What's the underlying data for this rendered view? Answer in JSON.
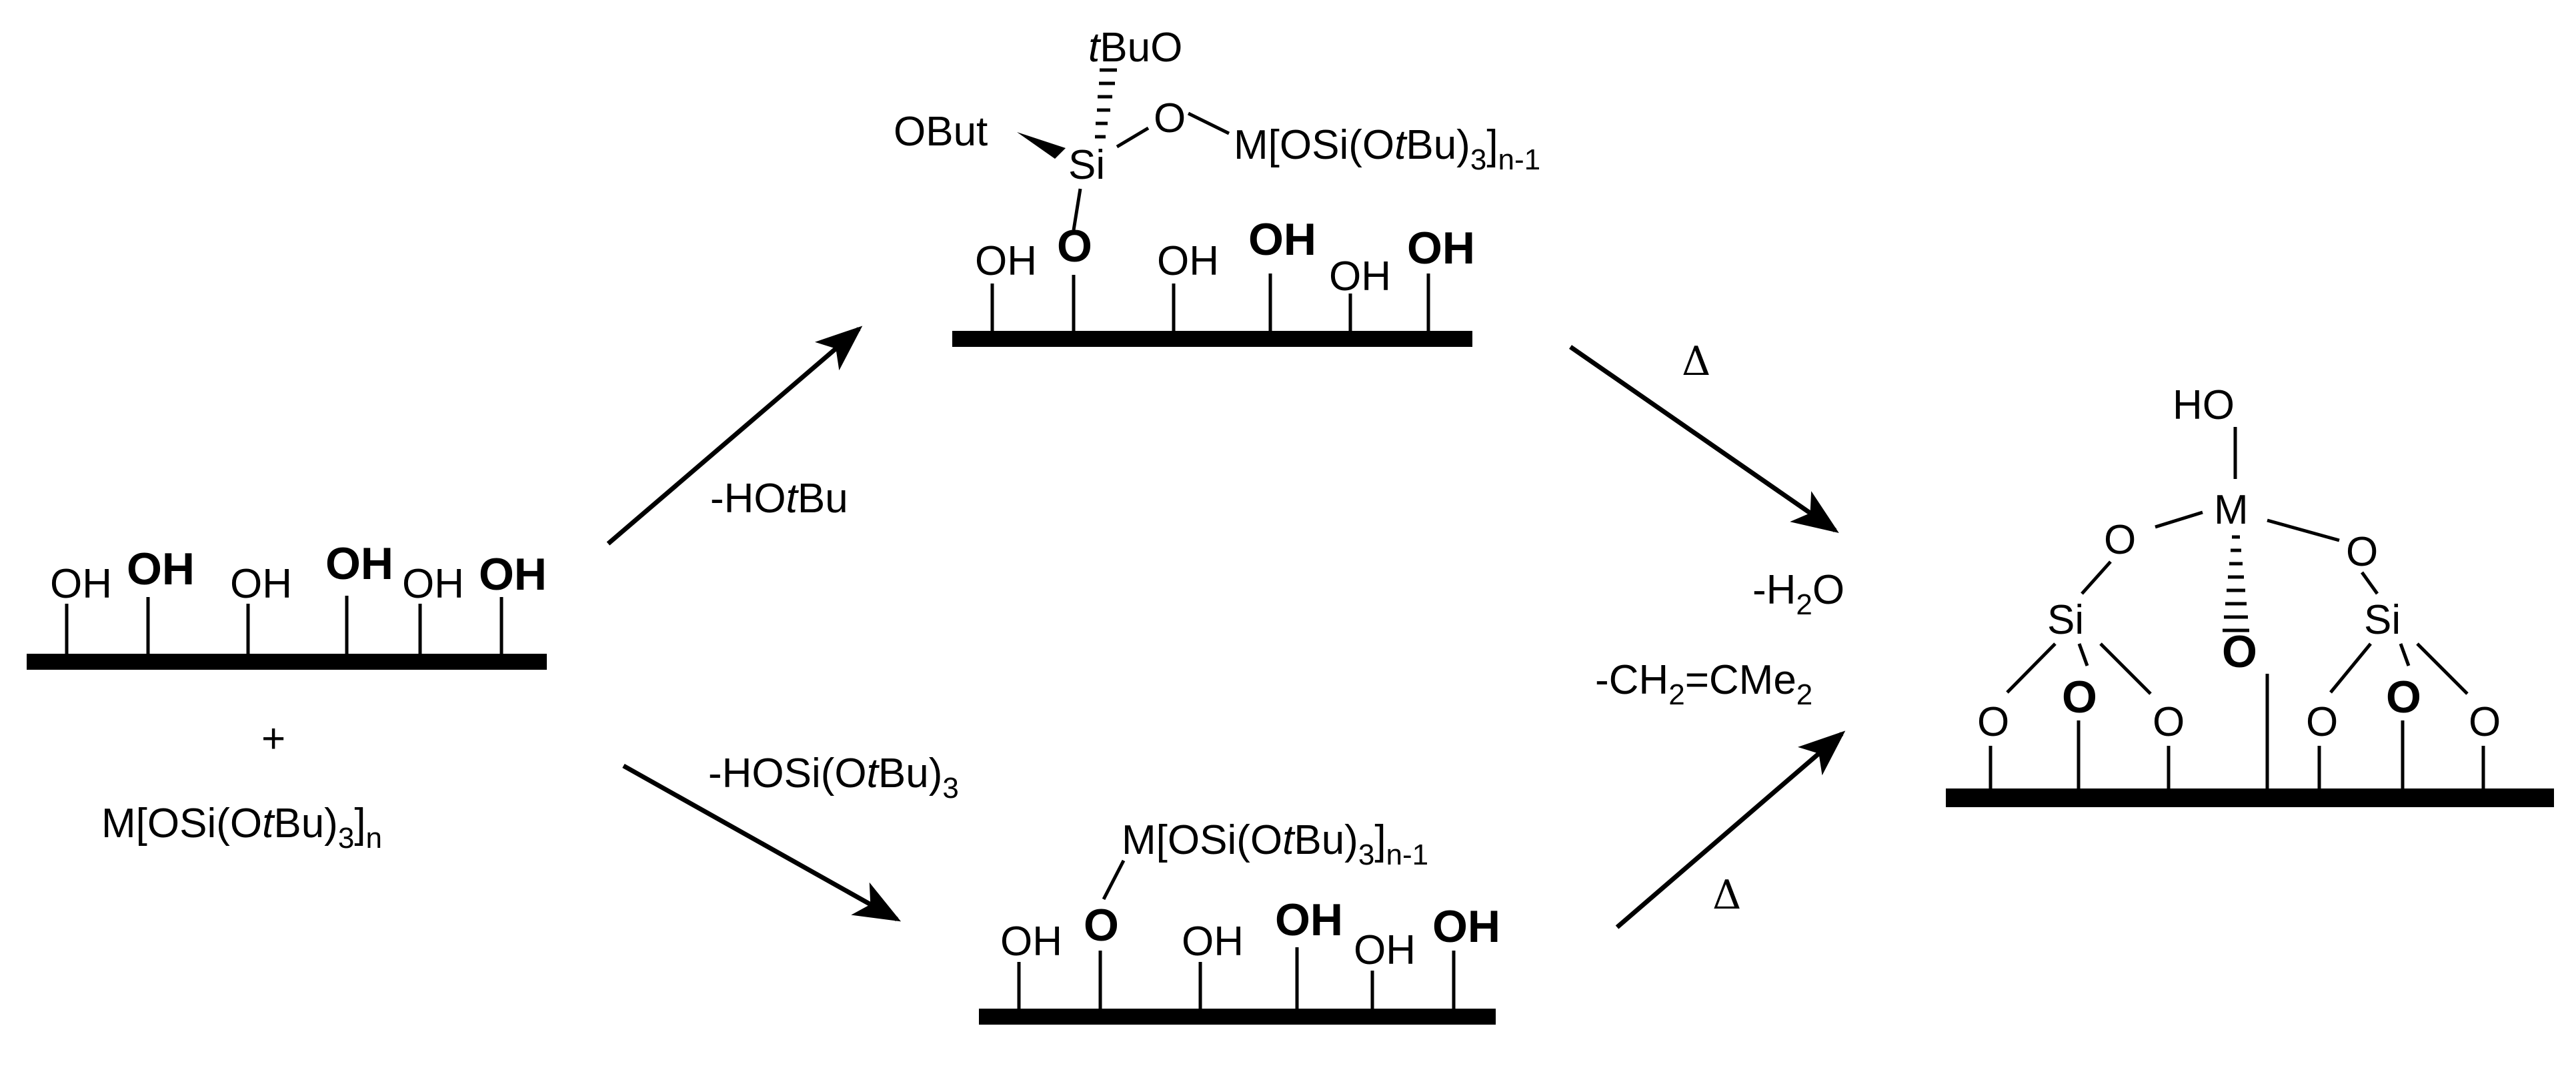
{
  "colors": {
    "ink": "#000000",
    "background": "#ffffff"
  },
  "labels": {
    "oh": "OH",
    "o": "O",
    "si": "Si",
    "m": "M",
    "ho": "HO",
    "plus": "+",
    "delta": "Δ",
    "obut": "OBut",
    "tbuo_t": "t",
    "tbuo_rest": "BuO",
    "m_prefix": "M[OSi(O",
    "t_italic": "t",
    "bu_paren": "Bu)",
    "bu": "Bu",
    "three": "3",
    "close_bracket": "]",
    "n": "n",
    "n_minus_1": "n-1",
    "hotbu_prefix": "-HO",
    "hosi_prefix": "-HOSi(O",
    "h2o_prefix": "-H",
    "h2o_sub": "2",
    "h2o_suffix": "O",
    "ch2_prefix": "-CH",
    "ch2_sub": "2",
    "ch2_mid": "=CMe",
    "ch2_sub2": "2"
  }
}
